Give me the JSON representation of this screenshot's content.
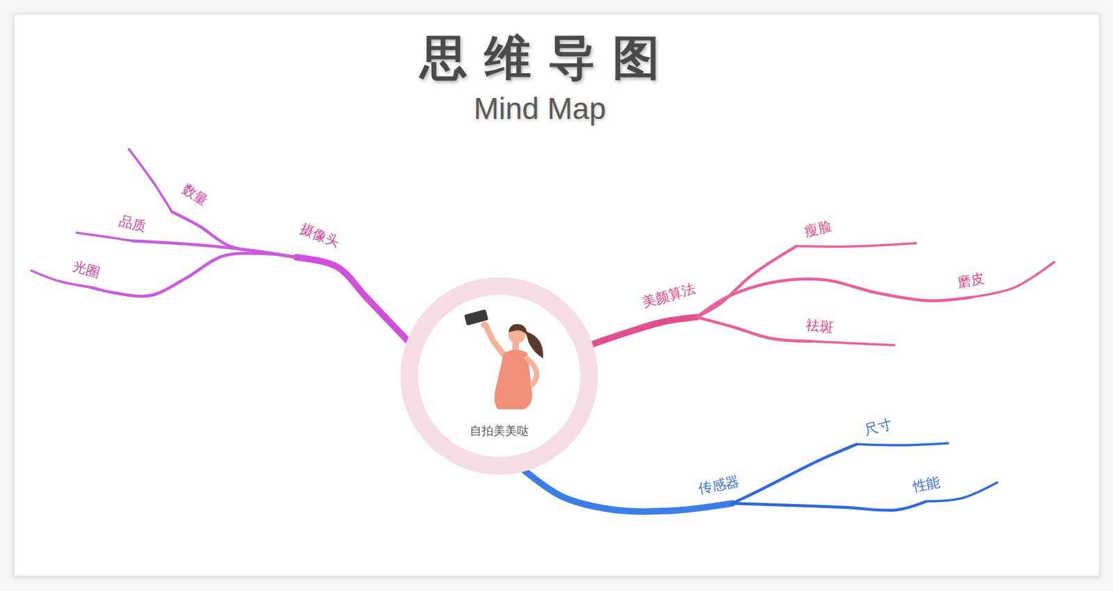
{
  "diagram": {
    "title": "思维导图",
    "nodes": [
      {
        "text": [
          "自拍美美哒"
        ]
      },
      {
        "text": [
          "摄像头"
        ]
      },
      {
        "text": [
          "数量"
        ]
      },
      {
        "text": [
          "品质"
        ]
      },
      {
        "text": [
          "光圈"
        ]
      },
      {
        "text": [
          "美颜算法"
        ]
      },
      {
        "text": [
          "瘦脸"
        ]
      },
      {
        "text": [
          "磨皮"
        ]
      },
      {
        "text": [
          "祛斑"
        ]
      },
      {
        "text": [
          "传感器"
        ]
      },
      {
        "text": [
          "尺寸"
        ]
      },
      {
        "text": [
          "性能"
        ]
      }
    ],
    "edges": [
      {
        "from": 0,
        "to": 1,
        "arrow": "none"
      },
      {
        "from": 1,
        "to": 2,
        "arrow": "none"
      },
      {
        "from": 1,
        "to": 3,
        "arrow": "none"
      },
      {
        "from": 1,
        "to": 4,
        "arrow": "none"
      },
      {
        "from": 0,
        "to": 5,
        "arrow": "none"
      },
      {
        "from": 5,
        "to": 6,
        "arrow": "none"
      },
      {
        "from": 5,
        "to": 7,
        "arrow": "none"
      },
      {
        "from": 5,
        "to": 8,
        "arrow": "none"
      },
      {
        "from": 0,
        "to": 9,
        "arrow": "none"
      },
      {
        "from": 9,
        "to": 10,
        "arrow": "none"
      },
      {
        "from": 9,
        "to": 11,
        "arrow": "none"
      }
    ],
    "labels": [
      "Mind Map"
    ]
  }
}
